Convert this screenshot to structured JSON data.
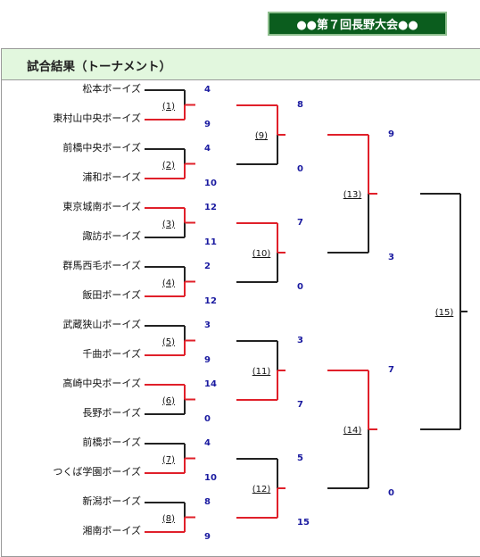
{
  "banner": {
    "title": "●●第７回長野大会●●"
  },
  "panel": {
    "title": "試合結果（トーナメント）"
  },
  "colors": {
    "winner": "#e0202a",
    "loser": "#222222",
    "score": "#1a1aa0"
  },
  "teams": [
    "松本ボーイズ",
    "東村山中央ボーイズ",
    "前橋中央ボーイズ",
    "浦和ボーイズ",
    "東京城南ボーイズ",
    "諏訪ボーイズ",
    "群馬西毛ボーイズ",
    "飯田ボーイズ",
    "武蔵狭山ボーイズ",
    "千曲ボーイズ",
    "高崎中央ボーイズ",
    "長野ボーイズ",
    "前橋ボーイズ",
    "つくば学園ボーイズ",
    "新潟ボーイズ",
    "湘南ボーイズ"
  ],
  "matches": {
    "r1": [
      {
        "label": "(1)",
        "top_score": "4",
        "bottom_score": "9",
        "winner": "bottom"
      },
      {
        "label": "(2)",
        "top_score": "4",
        "bottom_score": "10",
        "winner": "bottom"
      },
      {
        "label": "(3)",
        "top_score": "12",
        "bottom_score": "11",
        "winner": "top"
      },
      {
        "label": "(4)",
        "top_score": "2",
        "bottom_score": "12",
        "winner": "bottom"
      },
      {
        "label": "(5)",
        "top_score": "3",
        "bottom_score": "9",
        "winner": "bottom"
      },
      {
        "label": "(6)",
        "top_score": "14",
        "bottom_score": "0",
        "winner": "top"
      },
      {
        "label": "(7)",
        "top_score": "4",
        "bottom_score": "10",
        "winner": "bottom"
      },
      {
        "label": "(8)",
        "top_score": "8",
        "bottom_score": "9",
        "winner": "bottom"
      }
    ],
    "r2": [
      {
        "label": "(9)",
        "top_score": "8",
        "bottom_score": "0",
        "winner": "top"
      },
      {
        "label": "(10)",
        "top_score": "7",
        "bottom_score": "0",
        "winner": "top"
      },
      {
        "label": "(11)",
        "top_score": "3",
        "bottom_score": "7",
        "winner": "bottom"
      },
      {
        "label": "(12)",
        "top_score": "5",
        "bottom_score": "15",
        "winner": "bottom"
      }
    ],
    "r3": [
      {
        "label": "(13)",
        "top_score": "9",
        "bottom_score": "3",
        "winner": "top"
      },
      {
        "label": "(14)",
        "top_score": "7",
        "bottom_score": "0",
        "winner": "top"
      }
    ],
    "r4": [
      {
        "label": "(15)",
        "top_score": "",
        "bottom_score": "",
        "winner": ""
      }
    ]
  }
}
